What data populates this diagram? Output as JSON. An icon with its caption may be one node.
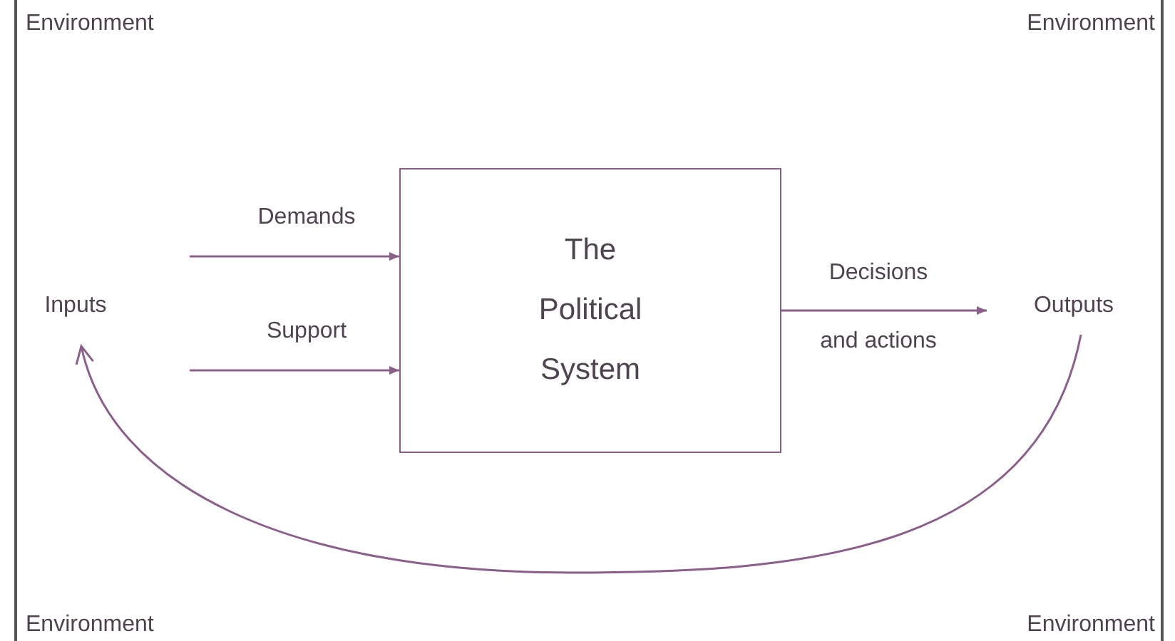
{
  "diagram": {
    "nodes": [
      {
        "text": [
          "Inputs"
        ]
      },
      {
        "text": [
          "The Political System"
        ]
      },
      {
        "text": [
          "Outputs"
        ]
      }
    ],
    "edges": [
      {
        "from": null,
        "to": 1,
        "arrow": "to",
        "label": "Demands"
      },
      {
        "from": null,
        "to": 1,
        "arrow": "to",
        "label": "Support"
      },
      {
        "from": 1,
        "to": 2,
        "arrow": "to",
        "label": "Decisions and actions"
      },
      {
        "from": 2,
        "to": 0,
        "arrow": "to"
      }
    ],
    "labels": [
      "Environment",
      "Environment",
      "Environment",
      "Environment"
    ]
  }
}
